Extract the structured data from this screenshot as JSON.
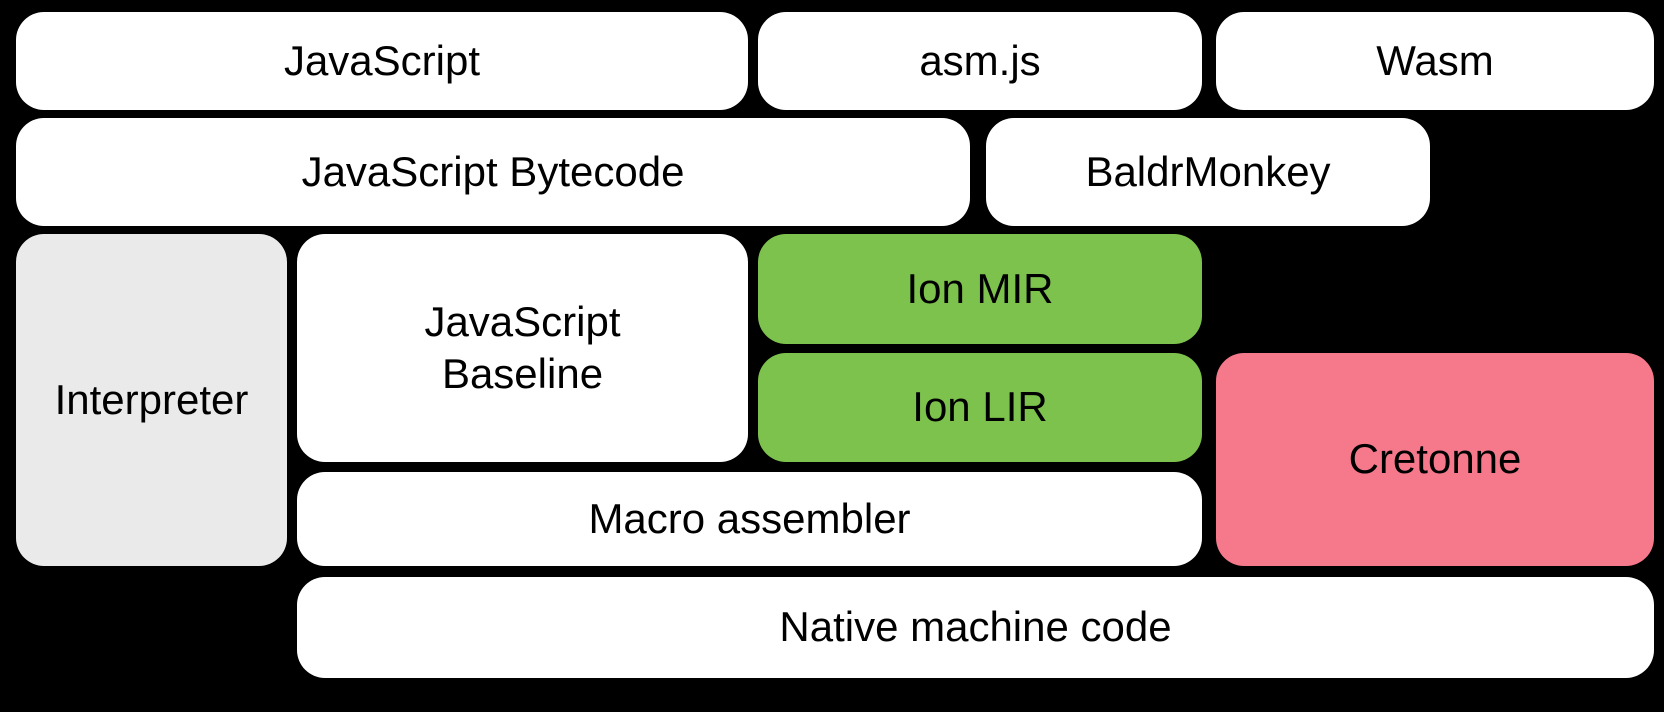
{
  "diagram": {
    "background": "#000000",
    "text_color": "#000000",
    "colors": {
      "box_white": "#ffffff",
      "box_gray": "#eaeaea",
      "box_green": "#7cc24c",
      "box_pink": "#f5798b"
    },
    "nodes": {
      "javascript": {
        "label": "JavaScript",
        "fill": "#ffffff"
      },
      "asmjs": {
        "label": "asm.js",
        "fill": "#ffffff"
      },
      "wasm": {
        "label": "Wasm",
        "fill": "#ffffff"
      },
      "bytecode": {
        "label": "JavaScript Bytecode",
        "fill": "#ffffff"
      },
      "baldrmonkey": {
        "label": "BaldrMonkey",
        "fill": "#ffffff"
      },
      "interpreter": {
        "label": "Interpreter",
        "fill": "#eaeaea"
      },
      "baseline": {
        "label": "JavaScript Baseline",
        "fill": "#ffffff"
      },
      "ion_mir": {
        "label": "Ion MIR",
        "fill": "#7cc24c"
      },
      "ion_lir": {
        "label": "Ion LIR",
        "fill": "#7cc24c"
      },
      "cretonne": {
        "label": "Cretonne",
        "fill": "#f5798b"
      },
      "macro_assembler": {
        "label": "Macro assembler",
        "fill": "#ffffff"
      },
      "native_machine_code": {
        "label": "Native machine code",
        "fill": "#ffffff"
      }
    }
  }
}
